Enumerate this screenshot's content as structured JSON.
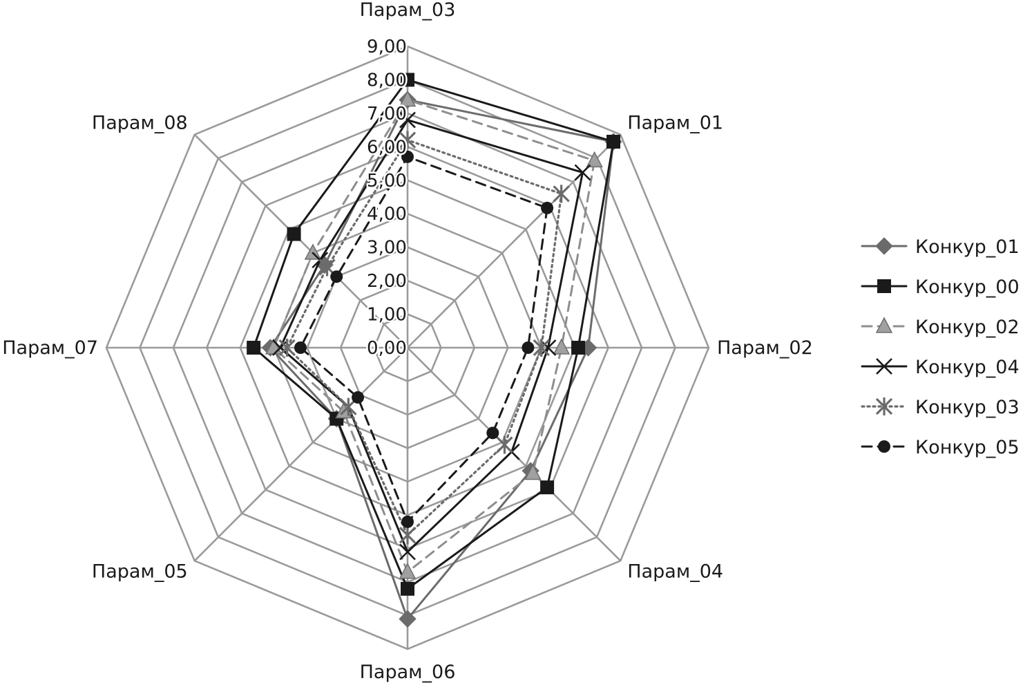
{
  "chart_data": {
    "type": "radar",
    "title": "",
    "rmin": 0,
    "rmax": 9,
    "tick_step": 1,
    "ticks": [
      "0,00",
      "1,00",
      "2,00",
      "3,00",
      "4,00",
      "5,00",
      "6,00",
      "7,00",
      "8,00",
      "9,00"
    ],
    "axes": [
      "Парам_01",
      "Парам_02",
      "Парам_04",
      "Парам_06",
      "Парам_05",
      "Парам_07",
      "Парам_08",
      "Парам_03"
    ],
    "grid": true,
    "grid_color": "#9a9a9a",
    "legend_position": "right",
    "series": [
      {
        "name": "Конкур_01",
        "color": "#6b6b6b",
        "line": "solid",
        "marker": "diamond",
        "values": [
          8.7,
          5.4,
          5.2,
          8.1,
          3.0,
          4.1,
          3.5,
          7.4
        ]
      },
      {
        "name": "Конкур_00",
        "color": "#1a1a1a",
        "line": "solid",
        "marker": "square",
        "values": [
          8.7,
          5.1,
          5.9,
          7.2,
          3.0,
          4.6,
          4.8,
          8.0
        ]
      },
      {
        "name": "Конкур_02",
        "color": "#8e8e8e",
        "line": "dashed",
        "marker": "triangle",
        "values": [
          7.9,
          4.6,
          5.3,
          6.7,
          2.7,
          4.0,
          4.0,
          7.4
        ]
      },
      {
        "name": "Конкур_04",
        "color": "#1a1a1a",
        "line": "solid",
        "marker": "x",
        "values": [
          7.4,
          4.2,
          4.4,
          6.1,
          2.5,
          3.8,
          3.7,
          6.8
        ]
      },
      {
        "name": "Конкур_03",
        "color": "#6b6b6b",
        "line": "dotted",
        "marker": "asterisk",
        "values": [
          6.5,
          4.0,
          4.1,
          5.6,
          2.5,
          3.6,
          3.4,
          6.2
        ]
      },
      {
        "name": "Конкур_05",
        "color": "#1a1a1a",
        "line": "dashed",
        "marker": "circle",
        "values": [
          5.9,
          3.6,
          3.6,
          5.2,
          2.1,
          3.2,
          3.0,
          5.7
        ]
      }
    ]
  }
}
